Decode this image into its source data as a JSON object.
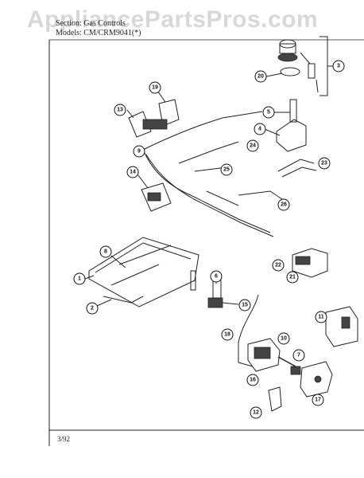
{
  "watermark": "AppliancePartsPros.com",
  "header": {
    "title": "Section: Gas Controls",
    "models": "Models: CM/CRM9041(*)"
  },
  "footer": {
    "revision": "3/92"
  },
  "callouts": [
    "1",
    "2",
    "3",
    "4",
    "5",
    "6",
    "7",
    "8",
    "9",
    "10",
    "11",
    "12",
    "13",
    "14",
    "15",
    "16",
    "17",
    "18",
    "19",
    "20",
    "21",
    "22",
    "23",
    "24",
    "25",
    "26"
  ]
}
